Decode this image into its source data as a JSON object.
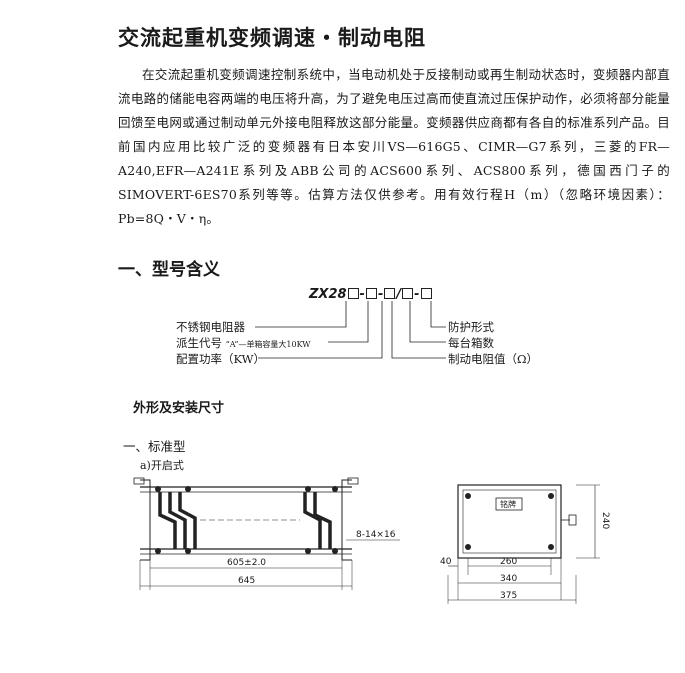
{
  "title": "交流起重机变频调速・制动电阻",
  "paragraph": "在交流起重机变频调速控制系统中，当电动机处于反接制动或再生制动状态时，变频器内部直流电路的储能电容两端的电压将升高，为了避免电压过高而使直流过压保护动作，必须将部分能量回馈至电网或通过制动单元外接电阻释放这部分能量。变频器供应商都有各自的标准系列产品。目前国内应用比较广泛的变频器有日本安川VS—616G5、CIMR—G7系列，三菱的FR—A240,EFR—A241E系列及ABB公司的ACS600系列、ACS800系列，德国西门子的SIMOVERT-6ES70系列等等。估算方法仅供参考。用有效行程H（m）（忽略环境因素）：Pb=8Q・V・η。",
  "section1": {
    "heading": "一、型号含义"
  },
  "model": {
    "prefix": "ZX28",
    "sep1": "-",
    "sep2": "-",
    "slash": "/",
    "sep3": "-",
    "left_labels": {
      "l1": "不锈钢电阻器",
      "l2_main": "派生代号",
      "l2_small": "“A”—单箱容量大10KW",
      "l3": "配置功率（KW）"
    },
    "right_labels": {
      "r1": "防护形式",
      "r2": "每台箱数",
      "r3": "制动电阻值（Ω）"
    }
  },
  "section2": {
    "heading": "外形及安装尺寸"
  },
  "standard_type": "一、标准型",
  "open_type": "a)开启式",
  "drawing": {
    "dim_605": "605±2.0",
    "dim_645": "645",
    "dim_holes": "8-14×16",
    "plate_text": "铭牌",
    "dim_40": "40",
    "dim_260": "260",
    "dim_340": "340",
    "dim_375": "375",
    "dim_240": "240"
  }
}
